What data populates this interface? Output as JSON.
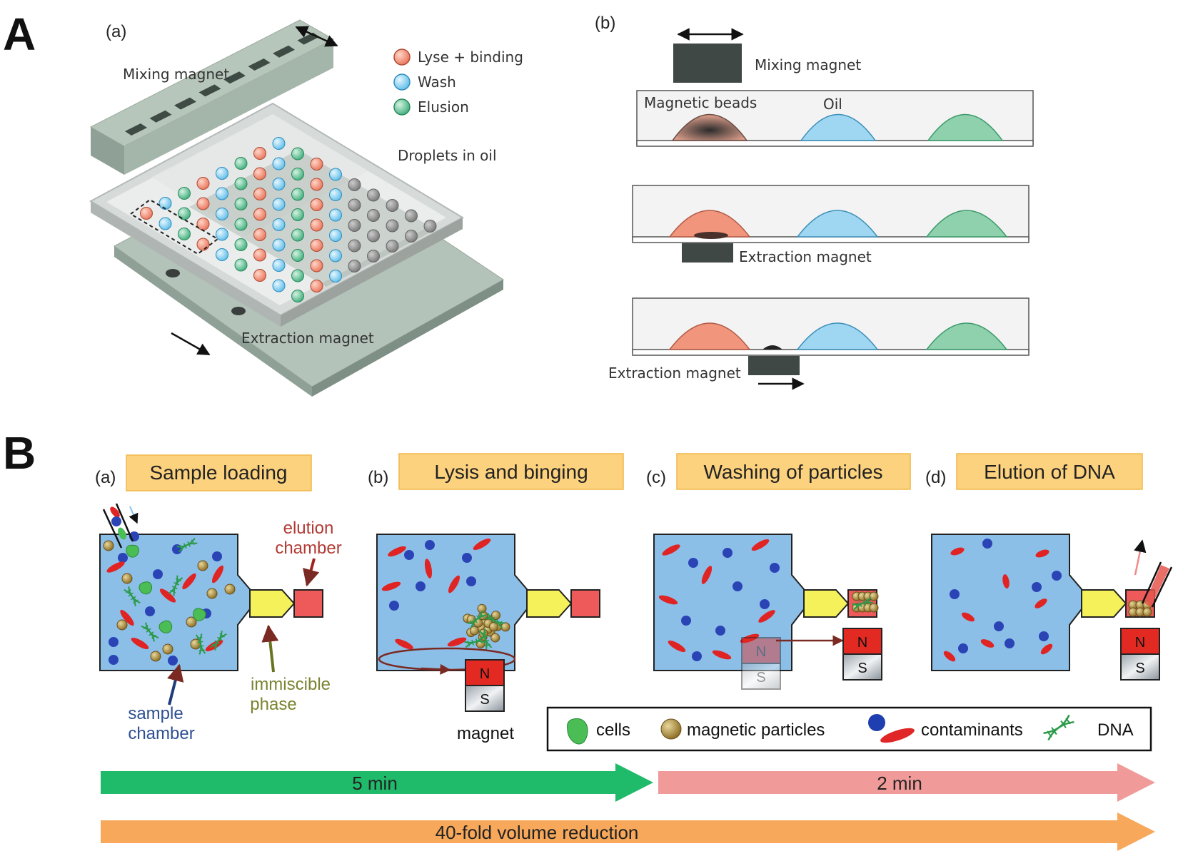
{
  "panel_a": {
    "letter": "A",
    "left": {
      "sub_label": "(a)",
      "mixing_magnet": "Mixing magnet",
      "droplets_in_oil": "Droplets in oil",
      "extraction_magnet": "Extraction magnet",
      "legend": [
        {
          "label": "Lyse + binding",
          "color": "#ef8a72"
        },
        {
          "label": "Wash",
          "color": "#7fcdf0"
        },
        {
          "label": "Elusion",
          "color": "#63bf95"
        }
      ]
    },
    "right": {
      "sub_label": "(b)",
      "mixing_magnet": "Mixing magnet",
      "magnetic_beads": "Magnetic beads",
      "oil": "Oil",
      "extraction_magnet_1": "Extraction magnet",
      "extraction_magnet_2": "Extraction magnet"
    }
  },
  "panel_b": {
    "letter": "B",
    "steps": [
      {
        "sub_label": "(a)",
        "title": "Sample loading"
      },
      {
        "sub_label": "(b)",
        "title": "Lysis and binging"
      },
      {
        "sub_label": "(c)",
        "title": "Washing of particles"
      },
      {
        "sub_label": "(d)",
        "title": "Elution of DNA"
      }
    ],
    "annotations": {
      "elution_chamber": [
        "elution",
        "chamber"
      ],
      "sample_chamber": [
        "sample",
        "chamber"
      ],
      "immiscible_phase": [
        "immiscible",
        "phase"
      ],
      "magnet": "magnet",
      "north": "N",
      "south": "S"
    },
    "legend": [
      {
        "label": "cells",
        "icon": "cell-icon"
      },
      {
        "label": "magnetic particles",
        "icon": "magnetic-particle-icon"
      },
      {
        "label": "contaminants",
        "icon": "contaminant-icon"
      },
      {
        "label": "DNA",
        "icon": "dna-icon"
      }
    ],
    "timeline": {
      "green_bar": "5 min",
      "pink_bar": "2 min",
      "orange_bar": "40-fold volume reduction"
    },
    "colors": {
      "chamber_blue": "#8cbfe8",
      "immiscible_yellow": "#f4f15a",
      "elution_red": "#ee5a5a",
      "green_arrow": "#1fba6a",
      "pink_arrow": "#f19a9a",
      "orange_arrow": "#f7a85a",
      "title_box": "#fcd27e"
    }
  }
}
